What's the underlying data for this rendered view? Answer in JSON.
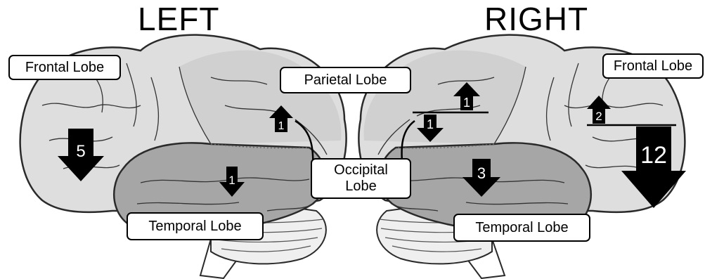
{
  "titles": {
    "left": "LEFT",
    "right": "RIGHT"
  },
  "lobe_labels": {
    "left_frontal": "Frontal Lobe",
    "left_parietal": "Parietal Lobe",
    "left_occipital": "Occipital Lobe",
    "left_temporal": "Temporal Lobe",
    "right_frontal": "Frontal Lobe",
    "right_temporal": "Temporal Lobe"
  },
  "occipital_lines": [
    "Occipital",
    "Lobe"
  ],
  "arrows": {
    "left_frontal": {
      "value": "5",
      "direction": "down"
    },
    "left_parietal": {
      "value": "1",
      "direction": "up"
    },
    "left_temporal": {
      "value": "1",
      "direction": "down"
    },
    "right_parietal_up": {
      "value": "1",
      "direction": "up"
    },
    "right_parietal_down": {
      "value": "1",
      "direction": "down"
    },
    "right_temporal": {
      "value": "3",
      "direction": "down"
    },
    "right_frontal_up": {
      "value": "2",
      "direction": "up"
    },
    "right_frontal_down": {
      "value": "12",
      "direction": "down"
    }
  },
  "colors": {
    "brain_light": "#dedede",
    "brain_mid": "#c9c9c9",
    "temporal": "#a6a6a6",
    "cerebellum": "#efefef",
    "outline": "#2a2a2a",
    "arrow": "#000000"
  }
}
